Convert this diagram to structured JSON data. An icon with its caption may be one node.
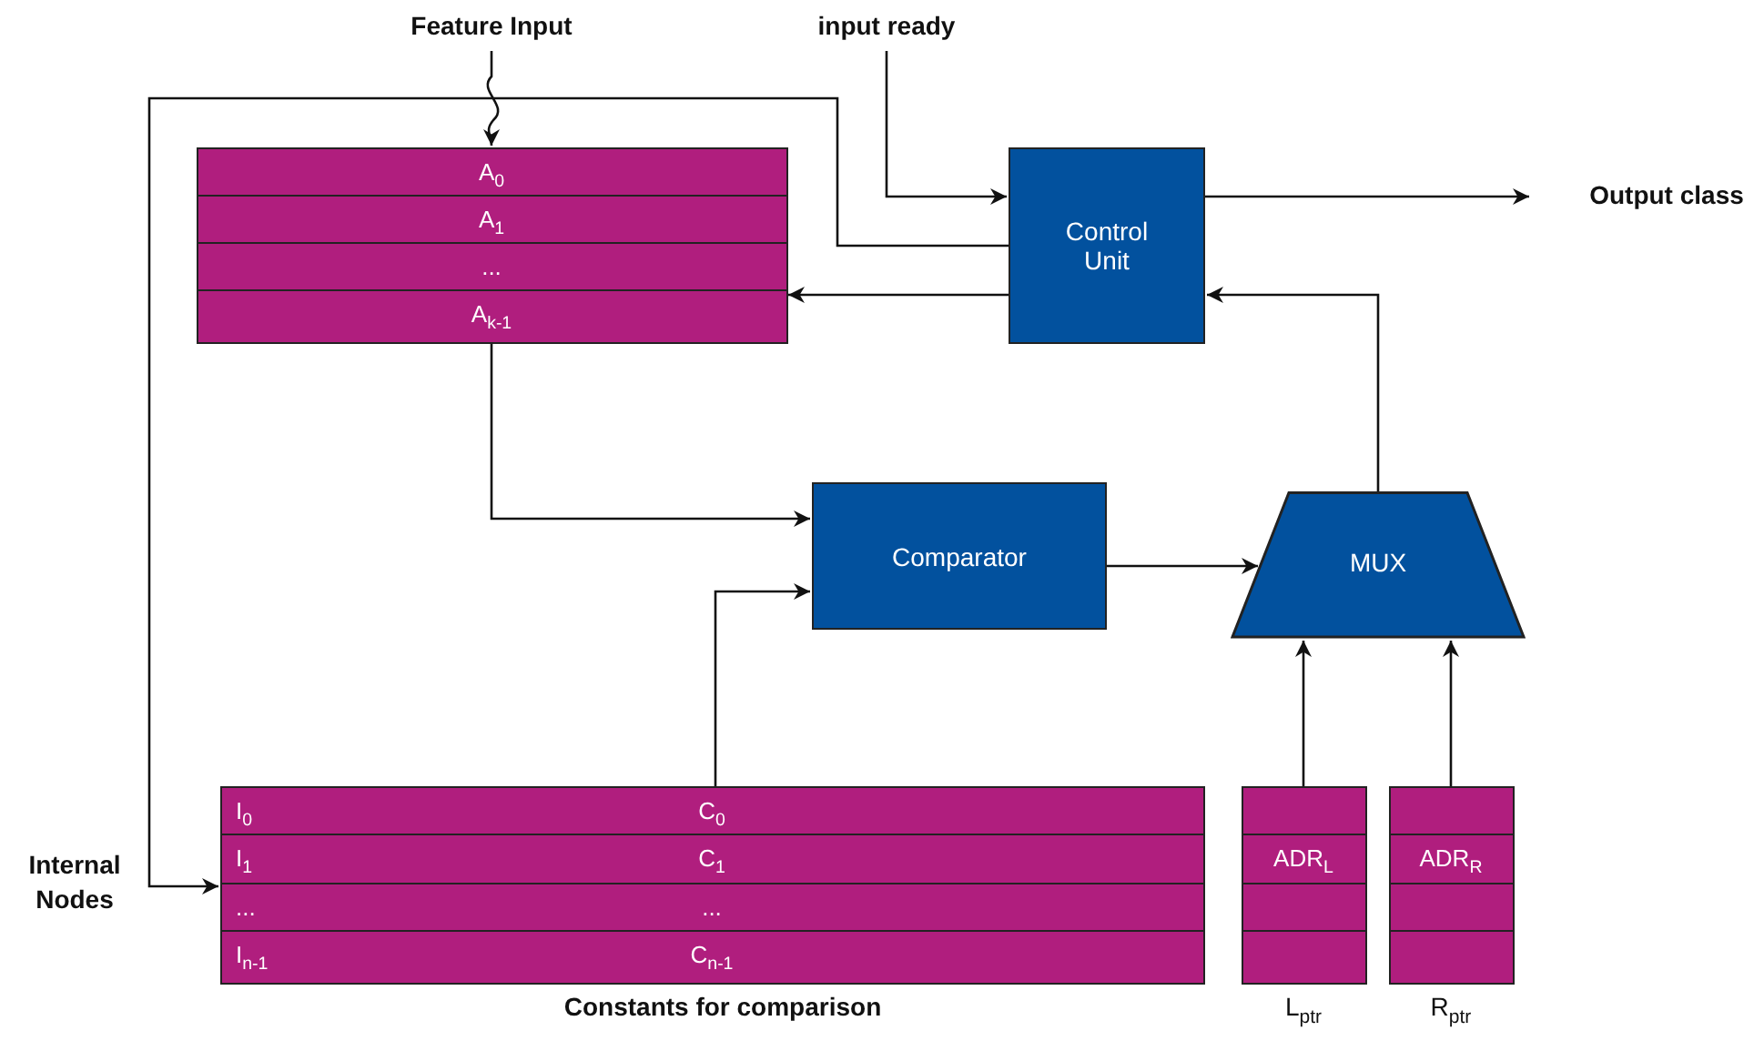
{
  "diagram": {
    "nodes": [
      {
        "text": [
          "Feature Input"
        ]
      },
      {
        "text": [
          "input ready"
        ]
      },
      {
        "text": [],
        "shape": "box"
      },
      {
        "text": [
          "A$_{0}$"
        ],
        "in": 2
      },
      {
        "text": [
          "A$_{1}$"
        ],
        "in": 2
      },
      {
        "text": [
          "..."
        ],
        "in": 2
      },
      {
        "text": [
          "A$_{k-1}$"
        ],
        "in": 2
      },
      {
        "text": [
          "Control Unit"
        ]
      },
      {
        "text": [
          "Output class"
        ]
      },
      {
        "text": [
          "Comparator"
        ]
      },
      {
        "text": [
          "MUX"
        ]
      },
      {
        "text": [],
        "shape": "box",
        "beside": [
          "Constants for comparison"
        ]
      },
      {
        "text": [
          "I$_{0}$",
          "C$_{0}$"
        ],
        "in": 11
      },
      {
        "text": [
          "I$_{1}$",
          "C$_{1}$"
        ],
        "in": 11
      },
      {
        "text": [
          "...",
          "..."
        ],
        "in": 11
      },
      {
        "text": [
          "I$_{n-1}$",
          "C$_{n-1}$"
        ],
        "in": 11
      },
      {
        "text": [],
        "shape": "box",
        "beside": [
          "L$_{ptr}$"
        ]
      },
      {
        "text": [],
        "shape": "box",
        "in": 16
      },
      {
        "text": [
          "ADR$_{L}$"
        ],
        "in": 16
      },
      {
        "text": [],
        "shape": "box",
        "in": 16
      },
      {
        "text": [],
        "shape": "box",
        "in": 16
      },
      {
        "text": [],
        "shape": "box",
        "beside": [
          "R$_{ptr}$"
        ]
      },
      {
        "text": [],
        "shape": "box",
        "in": 21
      },
      {
        "text": [
          "ADR$_{R}$"
        ],
        "in": 21
      },
      {
        "text": [],
        "shape": "box",
        "in": 21
      },
      {
        "text": [],
        "shape": "box",
        "in": 21
      }
    ],
    "edges": [
      {
        "from": 0,
        "to": 2,
        "arrow": "to"
      },
      {
        "from": 1,
        "to": 7,
        "arrow": "to"
      },
      {
        "from": 7,
        "to": 8,
        "arrow": "to"
      },
      {
        "from": 7,
        "to": 2,
        "arrow": "to"
      },
      {
        "from": 7,
        "to": 11,
        "arrow": "to"
      },
      {
        "from": 2,
        "to": 9,
        "arrow": "to"
      },
      {
        "from": 11,
        "to": 9,
        "arrow": "to"
      },
      {
        "from": 9,
        "to": 10,
        "arrow": "to"
      },
      {
        "from": 10,
        "to": 7,
        "arrow": "to"
      },
      {
        "from": 16,
        "to": 10,
        "arrow": "to"
      },
      {
        "from": 21,
        "to": 10,
        "arrow": "to"
      }
    ],
    "labels": [
      "Internal Nodes"
    ]
  }
}
